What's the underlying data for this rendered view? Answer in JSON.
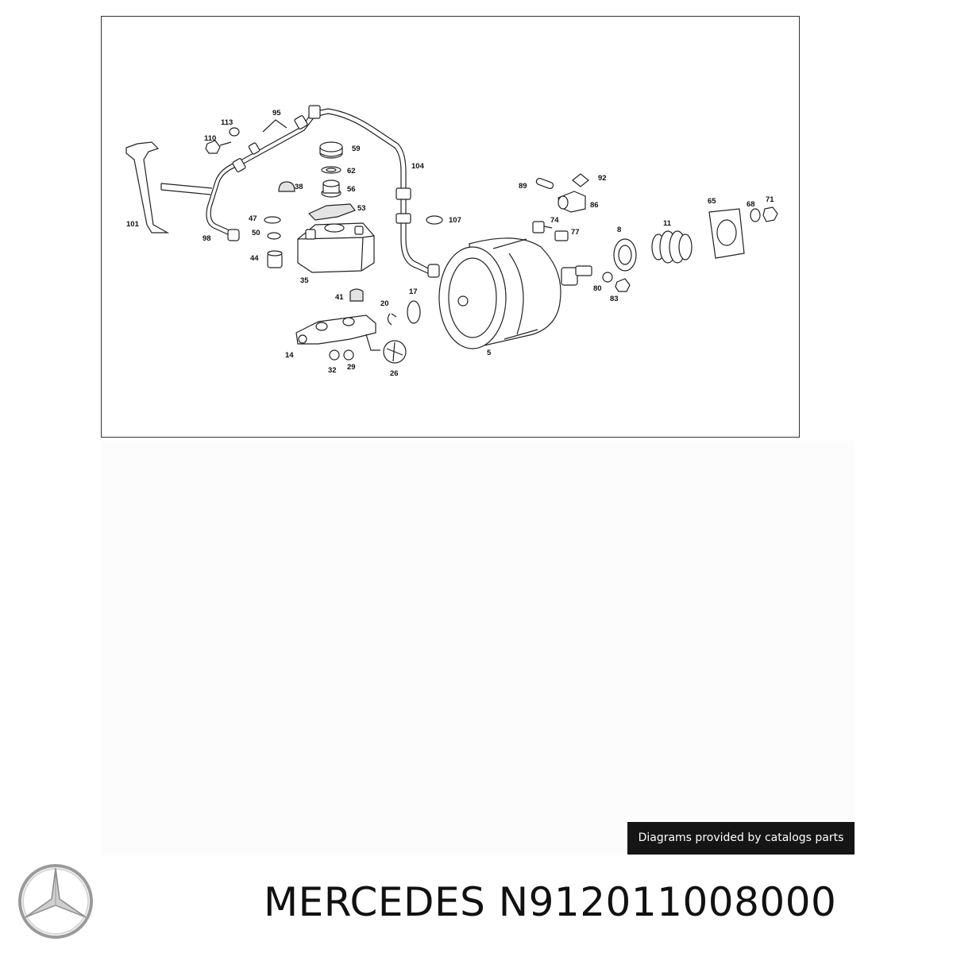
{
  "diagram": {
    "callouts": [
      "95",
      "113",
      "110",
      "59",
      "62",
      "38",
      "56",
      "101",
      "104",
      "53",
      "47",
      "50",
      "98",
      "44",
      "35",
      "41",
      "20",
      "17",
      "14",
      "32",
      "29",
      "26",
      "5",
      "89",
      "92",
      "86",
      "74",
      "77",
      "8",
      "11",
      "65",
      "68",
      "71",
      "107",
      "80",
      "83"
    ]
  },
  "credit": {
    "text": "Diagrams provided by catalogs parts"
  },
  "footer": {
    "title": "MERCEDES N912011008000",
    "logo_icon": "mercedes-star-icon"
  },
  "colors": {
    "credit_bg": "#151515",
    "credit_text": "#ffffff",
    "panel_bg": "#fcfcfc",
    "line": "#222222"
  }
}
